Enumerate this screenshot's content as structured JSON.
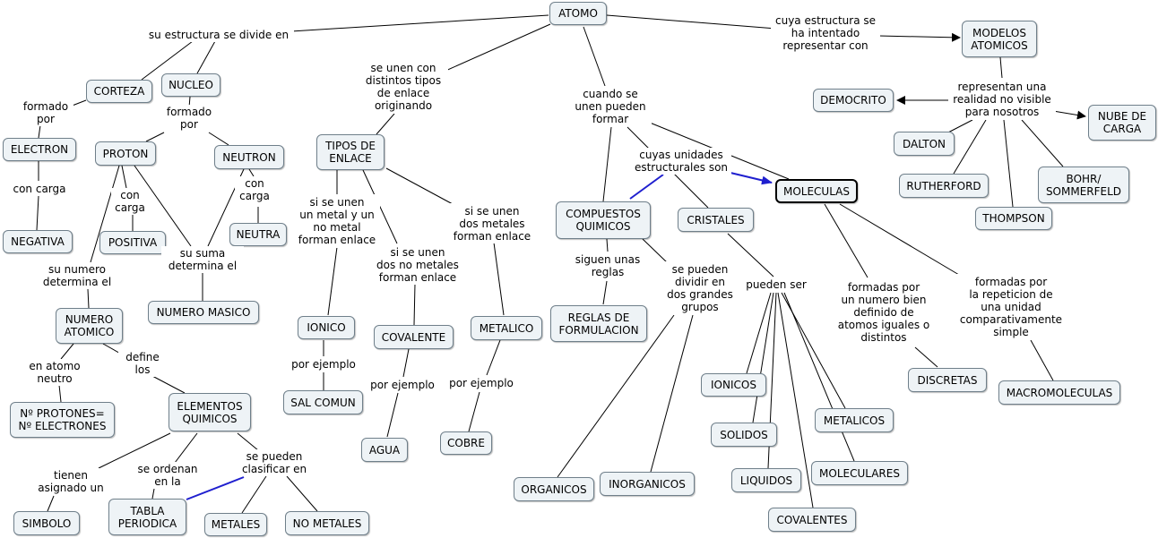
{
  "map": {
    "nodes": {
      "atomo": "ATOMO",
      "modelos_atomicos": "MODELOS\nATOMICOS",
      "corteza": "CORTEZA",
      "nucleo": "NUCLEO",
      "electron": "ELECTRON",
      "proton": "PROTON",
      "neutron": "NEUTRON",
      "negativa": "NEGATIVA",
      "positiva": "POSITIVA",
      "neutra": "NEUTRA",
      "numero_masico": "NUMERO MASICO",
      "numero_atomico": "NUMERO\nATOMICO",
      "protones_electrones": "Nº PROTONES=\nNº ELECTRONES",
      "elementos_quimicos": "ELEMENTOS\nQUIMICOS",
      "simbolo": "SIMBOLO",
      "tabla_periodica": "TABLA\nPERIODICA",
      "metales": "METALES",
      "no_metales": "NO METALES",
      "tipos_enlace": "TIPOS DE\nENLACE",
      "ionico": "IONICO",
      "sal_comun": "SAL COMUN",
      "covalente": "COVALENTE",
      "agua": "AGUA",
      "metalico": "METALICO",
      "cobre": "COBRE",
      "compuestos_quimicos": "COMPUESTOS\nQUIMICOS",
      "reglas_formulacion": "REGLAS DE\nFORMULACION",
      "organicos": "ORGANICOS",
      "inorganicos": "INORGANICOS",
      "cristales": "CRISTALES",
      "ionicos": "IONICOS",
      "solidos": "SOLIDOS",
      "liquidos": "LIQUIDOS",
      "covalentes": "COVALENTES",
      "metalicos": "METALICOS",
      "moleculares": "MOLECULARES",
      "moleculas": "MOLECULAS",
      "discretas": "DISCRETAS",
      "macromoleculas": "MACROMOLECULAS",
      "democrito": "DEMOCRITO",
      "dalton": "DALTON",
      "rutherford": "RUTHERFORD",
      "thompson": "THOMPSON",
      "bohr": "BOHR/\nSOMMERFELD",
      "nube_carga": "NUBE DE\nCARGA"
    },
    "labels": {
      "estructura_divide": "su estructura se divide en",
      "estructura_representar": "cuya estructura se\nha intentado\nrepresentar con",
      "unen_tipos": "se unen con\ndistintos tipos\nde  enlace\noriginando",
      "unen_formar": "cuando se\nunen pueden\nformar",
      "formado_por_1": "formado\npor",
      "formado_por_2": "formado\npor",
      "con_carga_1": "con carga",
      "con_carga_2": "con\ncarga",
      "con_carga_3": "con\ncarga",
      "su_suma": "su suma\ndetermina el",
      "su_numero": "su numero\ndetermina el",
      "en_atomo": "en atomo\nneutro",
      "define": "define\nlos",
      "tienen": "tienen\nasignado un",
      "ordenan": "se ordenan\nen la",
      "clasificar": "se pueden\nclasificar en",
      "metal_no_metal": "si se unen\nun metal y un\nno metal\nforman enlace",
      "no_metales_enlace": "si se unen\ndos no metales\nforman enlace",
      "metales_enlace": "si se unen\ndos metales\nforman enlace",
      "ejemplo_1": "por ejemplo",
      "ejemplo_2": "por ejemplo",
      "ejemplo_3": "por ejemplo",
      "siguen": "siguen unas\nreglas",
      "dividir": "se pueden\ndividir en\ndos grandes\ngrupos",
      "unidades": "cuyas unidades\nestructurales son",
      "pueden_ser": "pueden ser",
      "formadas_bien": "formadas por\nun numero bien\ndefinido de\natomos iguales o\ndistintos",
      "formadas_repeticion": "formadas por\nla repeticion de\nuna unidad\ncomparativamente\nsimple",
      "representan": "representan una\nrealidad no visible\npara nosotros"
    }
  },
  "colors": {
    "line": "#000000",
    "highlight_line": "#1f1fcf",
    "node_fill": "#eef3f6",
    "node_border": "#6f7f8a"
  }
}
